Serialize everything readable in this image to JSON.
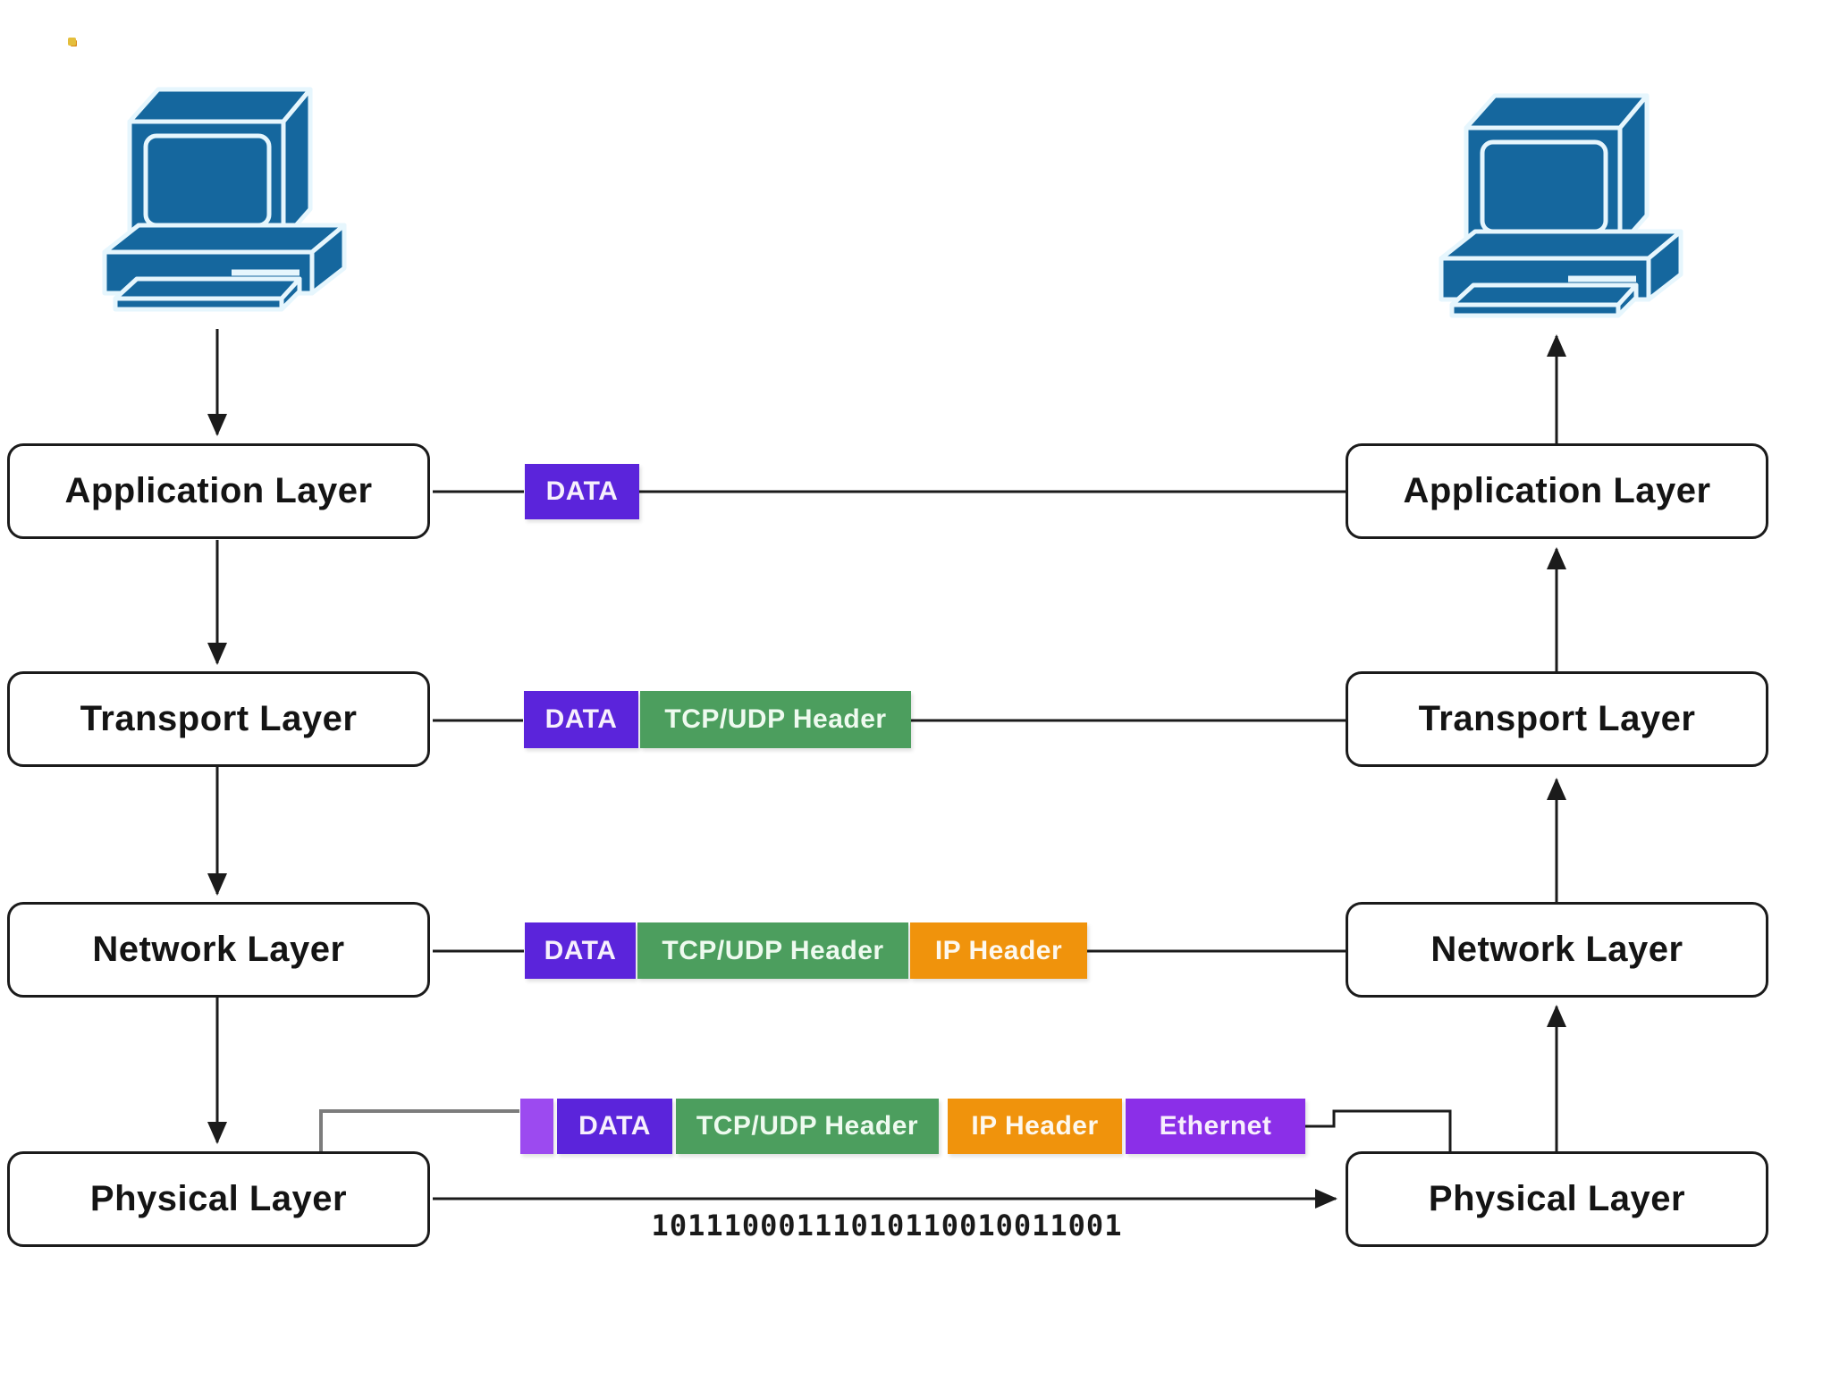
{
  "left_host": {
    "icon": "desktop-computer-icon"
  },
  "right_host": {
    "icon": "desktop-computer-icon"
  },
  "left_column": {
    "layers": [
      "Application Layer",
      "Transport Layer",
      "Network Layer",
      "Physical Layer"
    ]
  },
  "right_column": {
    "layers": [
      "Application Layer",
      "Transport Layer",
      "Network Layer",
      "Physical Layer"
    ]
  },
  "packet_rows": [
    {
      "blocks": [
        {
          "label": "DATA"
        }
      ]
    },
    {
      "blocks": [
        {
          "label": "DATA"
        },
        {
          "label": "TCP/UDP Header"
        }
      ]
    },
    {
      "blocks": [
        {
          "label": "DATA"
        },
        {
          "label": "TCP/UDP Header"
        },
        {
          "label": "IP Header"
        }
      ]
    },
    {
      "blocks": [
        {
          "label": ""
        },
        {
          "label": "DATA"
        },
        {
          "label": "TCP/UDP Header"
        },
        {
          "label": "IP Header"
        },
        {
          "label": "Ethernet"
        }
      ]
    }
  ],
  "physical_link": {
    "binary_string": "10111000111010110010011001"
  },
  "colors": {
    "data_block": "#5b24db",
    "tcp_udp_block": "#4c9e5e",
    "ip_block": "#f0930c",
    "ethernet_block": "#8b2fe8",
    "frame_start_block": "#9c4af0",
    "computer_icon": "#15679e",
    "connector_line": "#1b1b1b",
    "elbow_gray_line": "#7c7c7c"
  }
}
